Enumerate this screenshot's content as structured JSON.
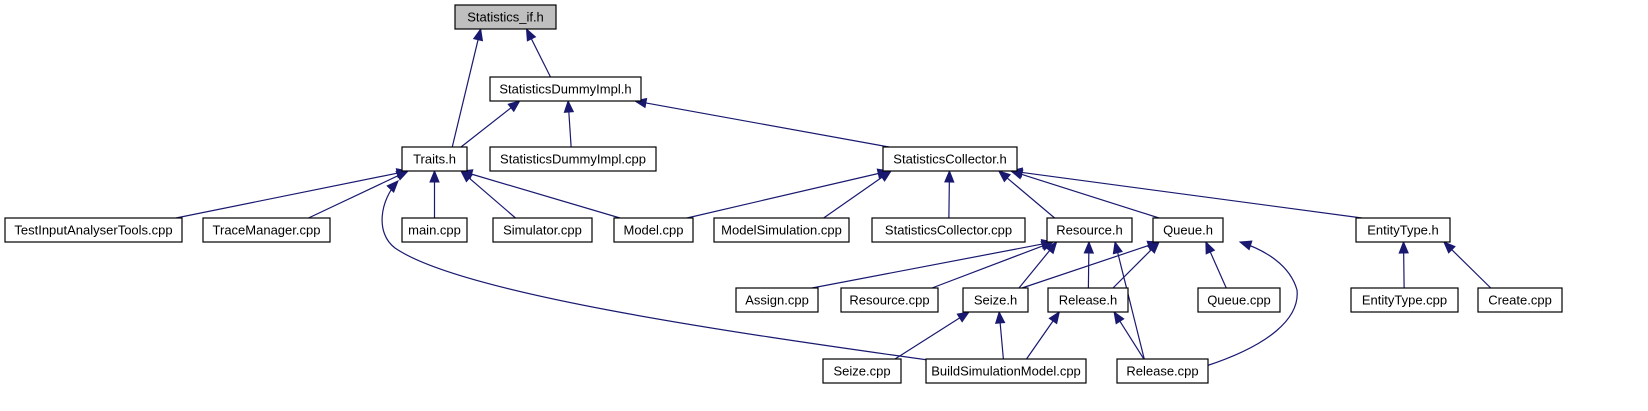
{
  "graph": {
    "nodes": [
      {
        "id": "statistics_if_h",
        "label": "Statistics_if.h",
        "root": true
      },
      {
        "id": "statisticsdummyimpl_h",
        "label": "StatisticsDummyImpl.h"
      },
      {
        "id": "traits_h",
        "label": "Traits.h"
      },
      {
        "id": "statisticsdummyimpl_cpp",
        "label": "StatisticsDummyImpl.cpp"
      },
      {
        "id": "statisticscollector_h",
        "label": "StatisticsCollector.h"
      },
      {
        "id": "testinputanalysertools_cpp",
        "label": "TestInputAnalyserTools.cpp"
      },
      {
        "id": "tracemanager_cpp",
        "label": "TraceManager.cpp"
      },
      {
        "id": "main_cpp",
        "label": "main.cpp"
      },
      {
        "id": "simulator_cpp",
        "label": "Simulator.cpp"
      },
      {
        "id": "model_cpp",
        "label": "Model.cpp"
      },
      {
        "id": "modelsimulation_cpp",
        "label": "ModelSimulation.cpp"
      },
      {
        "id": "statisticscollector_cpp",
        "label": "StatisticsCollector.cpp"
      },
      {
        "id": "resource_h",
        "label": "Resource.h"
      },
      {
        "id": "queue_h",
        "label": "Queue.h"
      },
      {
        "id": "entitytype_h",
        "label": "EntityType.h"
      },
      {
        "id": "assign_cpp",
        "label": "Assign.cpp"
      },
      {
        "id": "resource_cpp",
        "label": "Resource.cpp"
      },
      {
        "id": "seize_h",
        "label": "Seize.h"
      },
      {
        "id": "release_h",
        "label": "Release.h"
      },
      {
        "id": "queue_cpp",
        "label": "Queue.cpp"
      },
      {
        "id": "entitytype_cpp",
        "label": "EntityType.cpp"
      },
      {
        "id": "create_cpp",
        "label": "Create.cpp"
      },
      {
        "id": "seize_cpp",
        "label": "Seize.cpp"
      },
      {
        "id": "buildsimulationmodel_cpp",
        "label": "BuildSimulationModel.cpp"
      },
      {
        "id": "release_cpp",
        "label": "Release.cpp"
      }
    ],
    "edges": [
      {
        "from": "statisticsdummyimpl_h",
        "to": "statistics_if_h"
      },
      {
        "from": "traits_h",
        "to": "statistics_if_h"
      },
      {
        "from": "traits_h",
        "to": "statisticsdummyimpl_h"
      },
      {
        "from": "statisticsdummyimpl_cpp",
        "to": "statisticsdummyimpl_h"
      },
      {
        "from": "statisticscollector_h",
        "to": "statisticsdummyimpl_h"
      },
      {
        "from": "testinputanalysertools_cpp",
        "to": "traits_h"
      },
      {
        "from": "tracemanager_cpp",
        "to": "traits_h"
      },
      {
        "from": "main_cpp",
        "to": "traits_h"
      },
      {
        "from": "simulator_cpp",
        "to": "traits_h"
      },
      {
        "from": "model_cpp",
        "to": "traits_h"
      },
      {
        "from": "buildsimulationmodel_cpp",
        "to": "traits_h"
      },
      {
        "from": "model_cpp",
        "to": "statisticscollector_h"
      },
      {
        "from": "modelsimulation_cpp",
        "to": "statisticscollector_h"
      },
      {
        "from": "statisticscollector_cpp",
        "to": "statisticscollector_h"
      },
      {
        "from": "resource_h",
        "to": "statisticscollector_h"
      },
      {
        "from": "queue_h",
        "to": "statisticscollector_h"
      },
      {
        "from": "entitytype_h",
        "to": "statisticscollector_h"
      },
      {
        "from": "assign_cpp",
        "to": "resource_h"
      },
      {
        "from": "resource_cpp",
        "to": "resource_h"
      },
      {
        "from": "seize_h",
        "to": "resource_h"
      },
      {
        "from": "release_h",
        "to": "resource_h"
      },
      {
        "from": "release_cpp",
        "to": "resource_h"
      },
      {
        "from": "seize_h",
        "to": "queue_h"
      },
      {
        "from": "release_h",
        "to": "queue_h"
      },
      {
        "from": "queue_cpp",
        "to": "queue_h"
      },
      {
        "from": "release_cpp",
        "to": "queue_h"
      },
      {
        "from": "entitytype_cpp",
        "to": "entitytype_h"
      },
      {
        "from": "create_cpp",
        "to": "entitytype_h"
      },
      {
        "from": "seize_cpp",
        "to": "seize_h"
      },
      {
        "from": "buildsimulationmodel_cpp",
        "to": "seize_h"
      },
      {
        "from": "buildsimulationmodel_cpp",
        "to": "release_h"
      },
      {
        "from": "release_cpp",
        "to": "release_h"
      }
    ]
  }
}
